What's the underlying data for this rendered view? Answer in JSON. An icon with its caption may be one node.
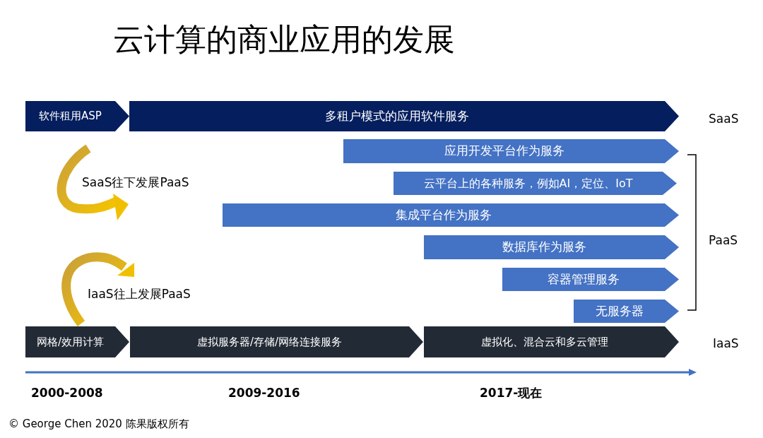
{
  "diagram": {
    "title": "云计算的商业应用的发展",
    "nodes": [
      {
        "text": [
          "软件租用ASP"
        ]
      },
      {
        "text": [
          "多租户模式的应用软件服务"
        ]
      },
      {
        "text": [
          "应用开发平台作为服务"
        ]
      },
      {
        "text": [
          "云平台上的各种服务，例如AI，定位、IoT"
        ]
      },
      {
        "text": [
          "集成平台作为服务"
        ]
      },
      {
        "text": [
          "数据库作为服务"
        ]
      },
      {
        "text": [
          "容器管理服务"
        ]
      },
      {
        "text": [
          "无服务器"
        ]
      },
      {
        "text": [
          "网格/效用计算"
        ]
      },
      {
        "text": [
          "虚拟服务器/存储/网络连接服务"
        ]
      },
      {
        "text": [
          "虚拟化、混合云和多云管理"
        ]
      }
    ],
    "edges": [],
    "labels": [
      "SaaS往下发展PaaS",
      "IaaS往上发展PaaS",
      "SaaS",
      "PaaS",
      "IaaS",
      "2000-2008",
      "2009-2016",
      "2017-现在",
      "© George Chen 2020 陈果版权所有"
    ]
  }
}
